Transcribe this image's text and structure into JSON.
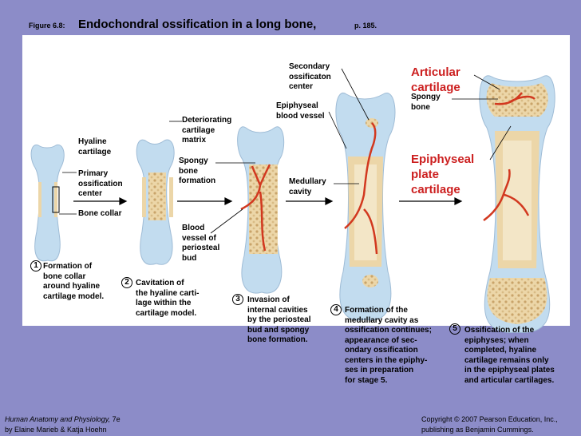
{
  "header": {
    "figure_label": "Figure 6.8:",
    "title": "Endochondral ossification in a long bone,",
    "page_ref": "p. 185."
  },
  "labels": {
    "hyaline": "Hyaline\ncartilage",
    "primary": "Primary\nossification\ncenter",
    "bone_collar": "Bone collar",
    "deteriorating": "Deteriorating\ncartilage\nmatrix",
    "spongy_formation": "Spongy\nbone\nformation",
    "blood_vessel": "Blood\nvessel of\nperiosteal\nbud",
    "secondary": "Secondary\nossificaton\ncenter",
    "epiphyseal_vessel": "Epiphyseal\nblood vessel",
    "medullary": "Medullary\ncavity",
    "articular": "Articular\ncartilage",
    "spongy_bone": "Spongy\nbone",
    "epiphyseal_plate": "Epiphyseal\nplate\ncartilage"
  },
  "steps": [
    {
      "num": "1",
      "text": "Formation of\nbone collar\naround hyaline\ncartilage model."
    },
    {
      "num": "2",
      "text": "Cavitation of\nthe hyaline carti-\nlage within the\ncartilage model."
    },
    {
      "num": "3",
      "text": "Invasion of\ninternal cavities\nby the periosteal\nbud and spongy\nbone formation."
    },
    {
      "num": "4",
      "text": "Formation of the\nmedullary cavity as\nossification continues;\nappearance of sec-\nondary ossification\ncenters in the epiphy-\nses in preparation\nfor stage 5."
    },
    {
      "num": "5",
      "text": "Ossification of the\nepiphyses; when\ncompleted, hyaline\ncartilage remains only\nin the epiphyseal plates\nand articular cartilages."
    }
  ],
  "footer": {
    "book_title": "Human Anatomy and Physiology,",
    "edition": " 7e",
    "authors": "by Elaine Marieb & Katja Hoehn",
    "copyright_1": "Copyright © 2007 Pearson Education, Inc.,",
    "copyright_2": "publishing as Benjamin Cummings."
  },
  "colors": {
    "background": "#8c8cc8",
    "cartilage": "#c2dcef",
    "bone": "#ecd6a8",
    "blood": "#d2381f",
    "accent_text": "#cc1f1f"
  }
}
